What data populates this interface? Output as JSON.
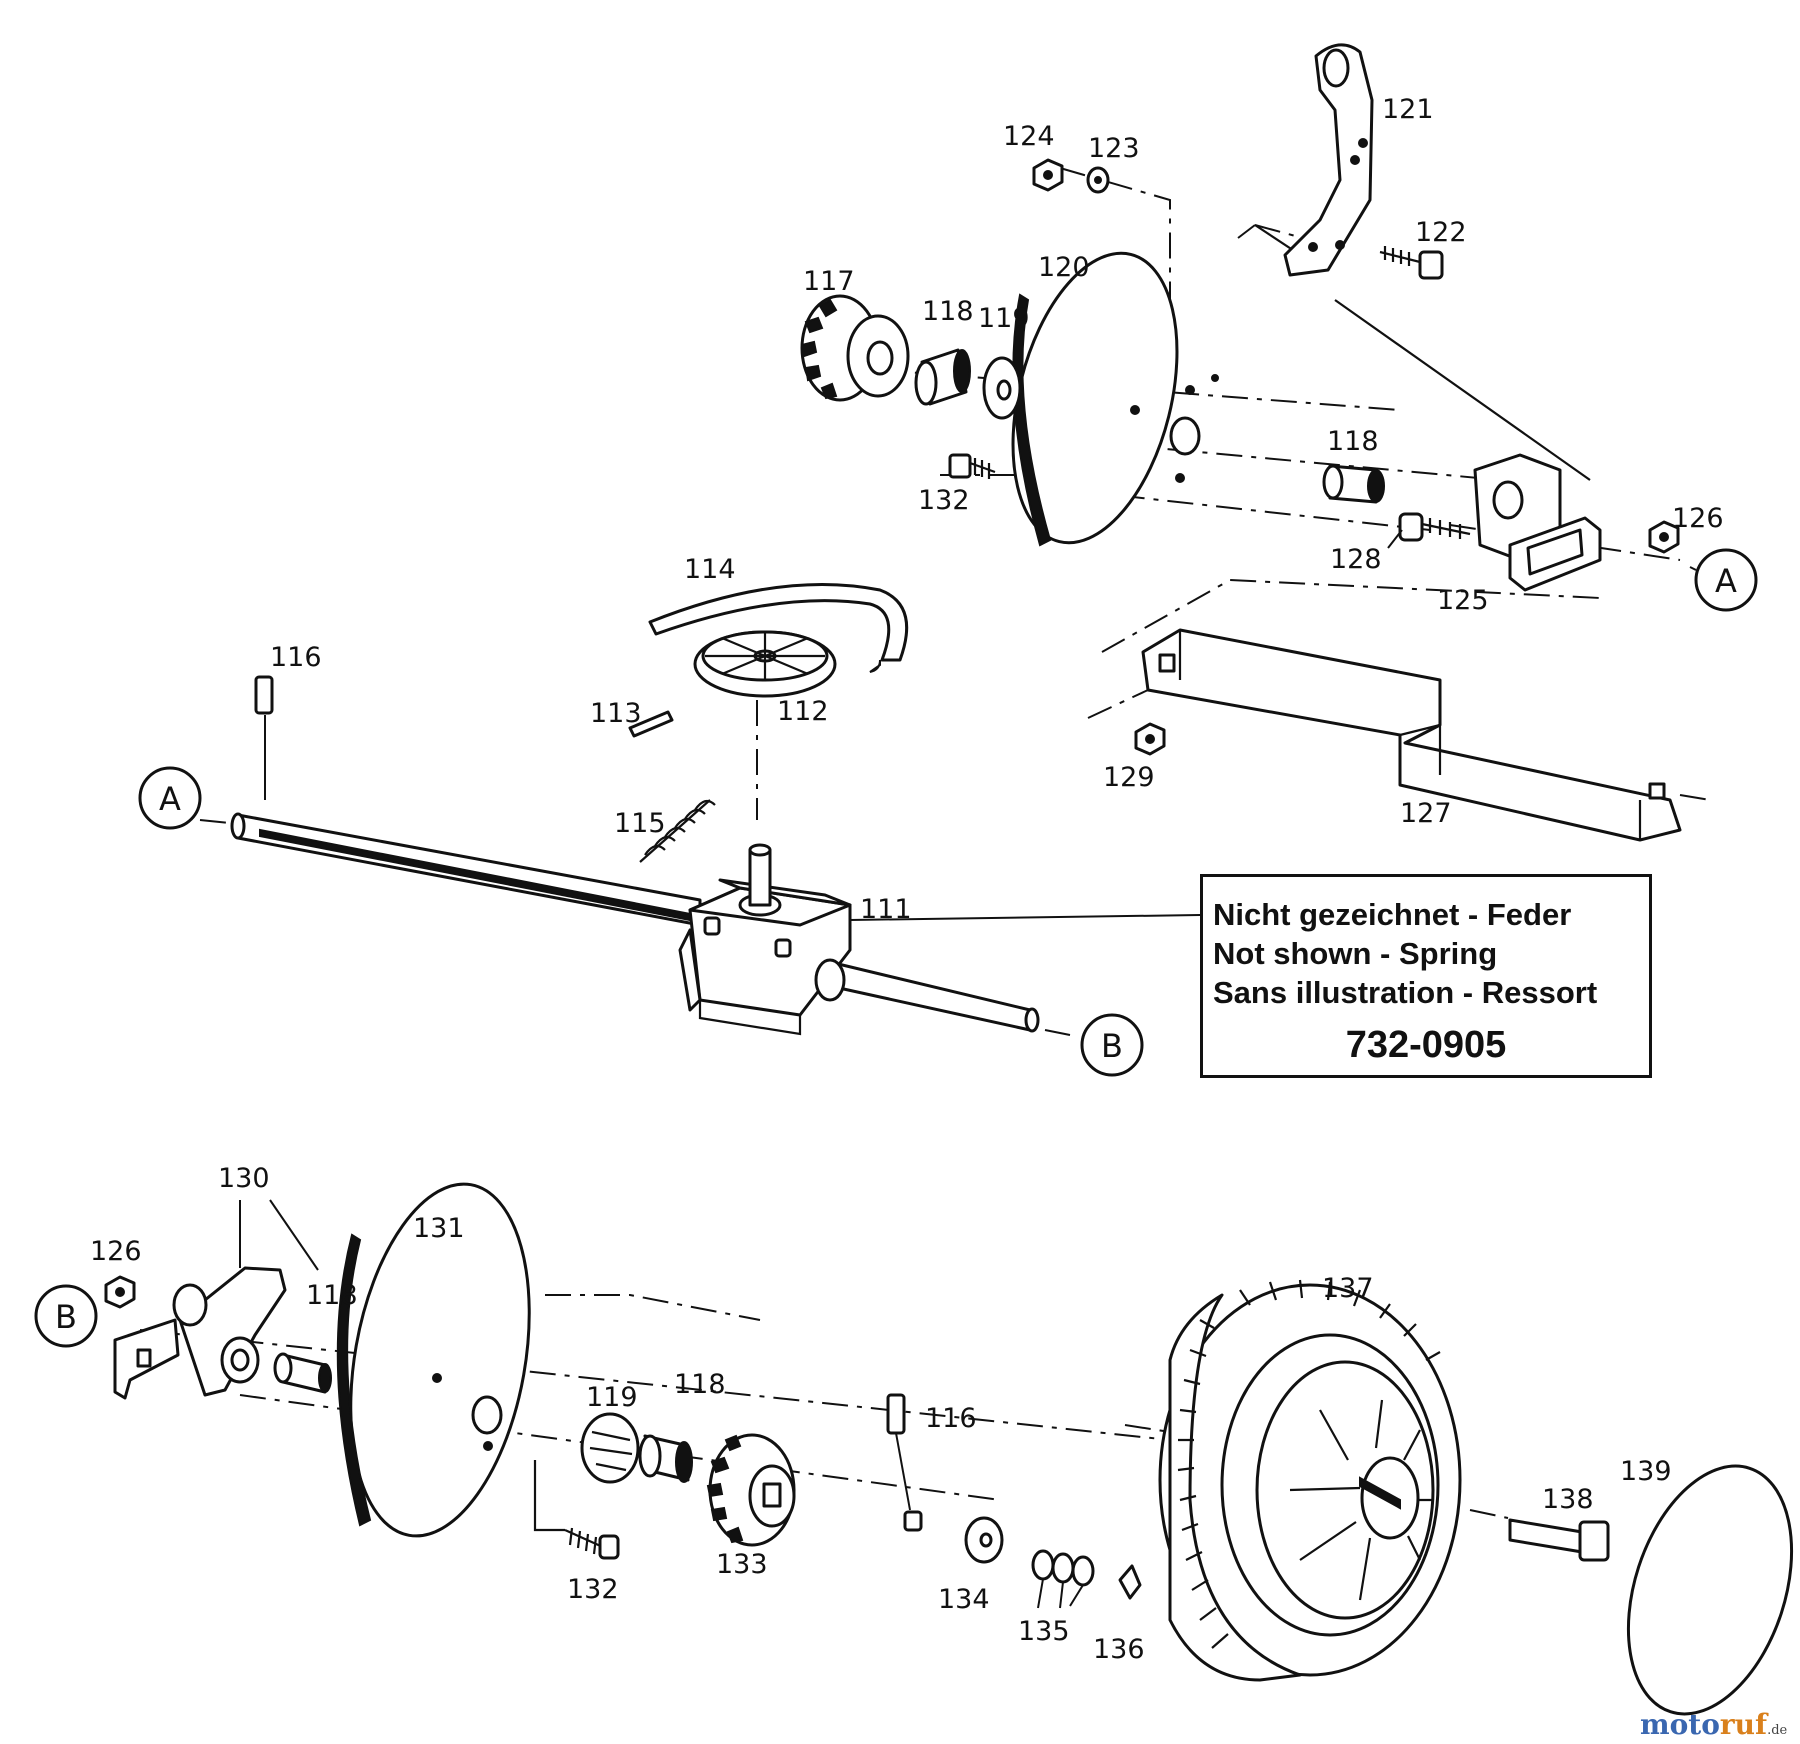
{
  "callouts": {
    "p111": "111",
    "p112": "112",
    "p113": "113",
    "p114": "114",
    "p115": "115",
    "p116_top": "116",
    "p116_bottom": "116",
    "p117": "117",
    "p118_a": "118",
    "p118_b": "118",
    "p118_c": "118",
    "p118_d": "118",
    "p119_top": "119",
    "p119_bottom": "119",
    "p120": "120",
    "p121": "121",
    "p122": "122",
    "p123": "123",
    "p124": "124",
    "p125": "125",
    "p126_top": "126",
    "p126_bottom": "126",
    "p127": "127",
    "p128": "128",
    "p129": "129",
    "p130": "130",
    "p131": "131",
    "p132_top": "132",
    "p132_bottom": "132",
    "p133": "133",
    "p134": "134",
    "p135": "135",
    "p136": "136",
    "p137": "137",
    "p138": "138",
    "p139": "139"
  },
  "references": {
    "a_left": "A",
    "a_right": "A",
    "b_left": "B",
    "b_right": "B"
  },
  "note": {
    "line_de": "Nicht gezeichnet - Feder",
    "line_en": "Not shown - Spring",
    "line_fr": "Sans illustration - Ressort",
    "part_number": "732-0905"
  },
  "watermark": {
    "brand_moto": "moto",
    "brand_ruf": "ruf",
    "tld": ".de",
    "color_moto": "#3a67b0",
    "color_ruf": "#d9801c"
  }
}
